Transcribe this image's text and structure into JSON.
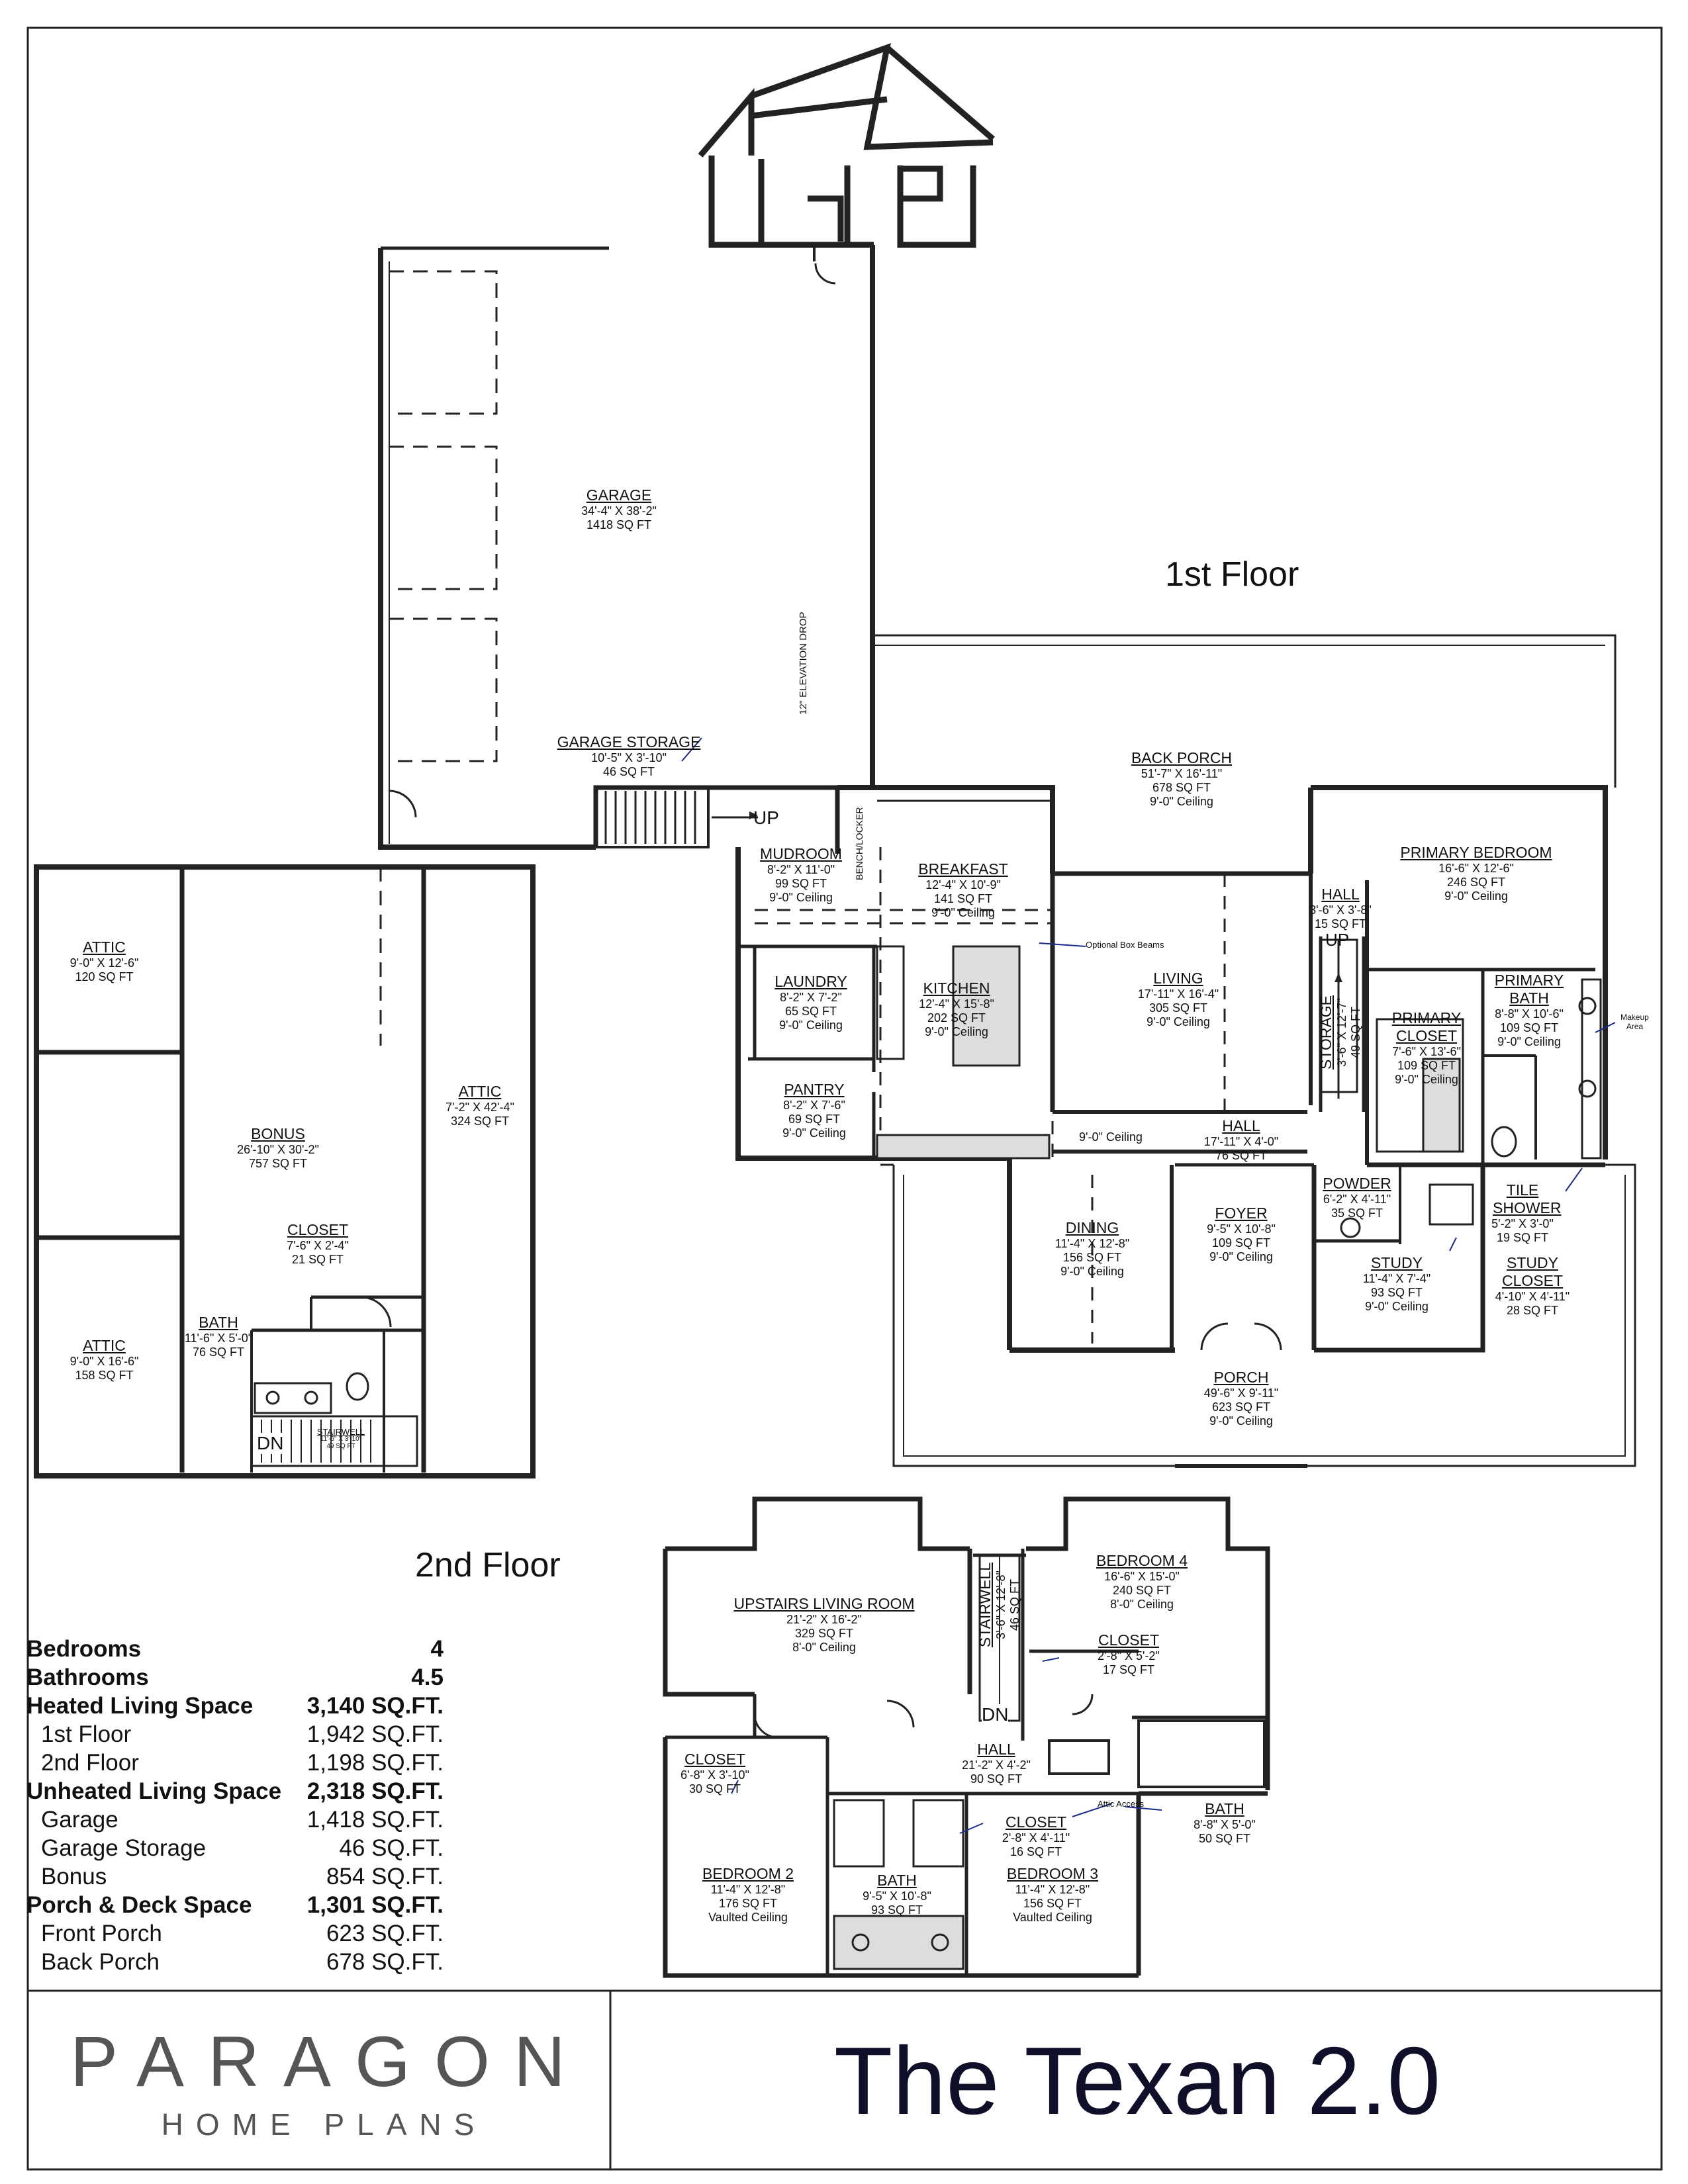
{
  "plan_title": "The Texan 2.0",
  "brand": {
    "name": "PARAGON",
    "tagline": "HOME PLANS"
  },
  "floors": {
    "first": "1st Floor",
    "second": "2nd Floor"
  },
  "notes": {
    "elevation_drop": "12\" ELEVATION DROP",
    "optional_box_beams": "Optional Box Beams",
    "makeup_area": "Makeup Area",
    "attic_access": "Attic Access",
    "bench_locker": "BENCH/LOCKER",
    "up": "UP",
    "dn": "DN",
    "hall_ceiling": "9'-0\" Ceiling"
  },
  "rooms": {
    "garage": {
      "name": "GARAGE",
      "dims": "34'-4\" X 38'-2\"",
      "area": "1418 SQ FT"
    },
    "garage_storage": {
      "name": "GARAGE STORAGE",
      "dims": "10'-5\" X 3'-10\"",
      "area": "46 SQ FT"
    },
    "back_porch": {
      "name": "BACK PORCH",
      "dims": "51'-7\" X 16'-11\"",
      "area": "678 SQ FT",
      "ceiling": "9'-0\" Ceiling"
    },
    "mudroom": {
      "name": "MUDROOM",
      "dims": "8'-2\" X 11'-0\"",
      "area": "99 SQ FT",
      "ceiling": "9'-0\" Ceiling"
    },
    "breakfast": {
      "name": "BREAKFAST",
      "dims": "12'-4\" X 10'-9\"",
      "area": "141 SQ FT",
      "ceiling": "9'-0\" Ceiling"
    },
    "primary_bedroom": {
      "name": "PRIMARY BEDROOM",
      "dims": "16'-6\" X 12'-6\"",
      "area": "246 SQ FT",
      "ceiling": "9'-0\" Ceiling"
    },
    "hall_small": {
      "name": "HALL",
      "dims": "3'-6\" X 3'-8\"",
      "area": "15 SQ FT"
    },
    "laundry": {
      "name": "LAUNDRY",
      "dims": "8'-2\" X 7'-2\"",
      "area": "65 SQ FT",
      "ceiling": "9'-0\" Ceiling"
    },
    "kitchen": {
      "name": "KITCHEN",
      "dims": "12'-4\" X 15'-8\"",
      "area": "202 SQ FT",
      "ceiling": "9'-0\" Ceiling"
    },
    "living": {
      "name": "LIVING",
      "dims": "17'-11\" X 16'-4\"",
      "area": "305 SQ FT",
      "ceiling": "9'-0\" Ceiling"
    },
    "storage": {
      "name": "STORAGE",
      "dims": "3'-6\" X 12'-7\"",
      "area": "49 SQ FT"
    },
    "primary_closet": {
      "name": "PRIMARY CLOSET",
      "dims": "7'-6\" X 13'-6\"",
      "area": "109 SQ FT",
      "ceiling": "9'-0\" Ceiling"
    },
    "primary_bath": {
      "name": "PRIMARY BATH",
      "dims": "8'-8\" X 10'-6\"",
      "area": "109 SQ FT",
      "ceiling": "9'-0\" Ceiling"
    },
    "pantry": {
      "name": "PANTRY",
      "dims": "8'-2\" X 7'-6\"",
      "area": "69 SQ FT",
      "ceiling": "9'-0\" Ceiling"
    },
    "hall_main": {
      "name": "HALL",
      "dims": "17'-11\" X 4'-0\"",
      "area": "76 SQ FT"
    },
    "powder": {
      "name": "POWDER",
      "dims": "6'-2\" X 4'-11\"",
      "area": "35 SQ FT"
    },
    "tile_shower": {
      "name": "TILE SHOWER",
      "dims": "5'-2\" X 3'-0\"",
      "area": "19 SQ FT"
    },
    "dining": {
      "name": "DINING",
      "dims": "11'-4\" X 12'-8\"",
      "area": "156 SQ FT",
      "ceiling": "9'-0\" Ceiling"
    },
    "foyer": {
      "name": "FOYER",
      "dims": "9'-5\" X 10'-8\"",
      "area": "109 SQ FT",
      "ceiling": "9'-0\" Ceiling"
    },
    "study": {
      "name": "STUDY",
      "dims": "11'-4\" X 7'-4\"",
      "area": "93 SQ FT",
      "ceiling": "9'-0\" Ceiling"
    },
    "study_closet": {
      "name": "STUDY CLOSET",
      "dims": "4'-10\" X 4'-11\"",
      "area": "28 SQ FT"
    },
    "porch": {
      "name": "PORCH",
      "dims": "49'-6\" X 9'-11\"",
      "area": "623 SQ FT",
      "ceiling": "9'-0\" Ceiling"
    },
    "attic_a": {
      "name": "ATTIC",
      "dims": "9'-0\" X 12'-6\"",
      "area": "120 SQ FT"
    },
    "attic_b": {
      "name": "ATTIC",
      "dims": "7'-2\" X 42'-4\"",
      "area": "324 SQ FT"
    },
    "attic_c": {
      "name": "ATTIC",
      "dims": "9'-0\" X 16'-6\"",
      "area": "158 SQ FT"
    },
    "bonus": {
      "name": "BONUS",
      "dims": "26'-10\" X 30'-2\"",
      "area": "757 SQ FT"
    },
    "bonus_closet": {
      "name": "CLOSET",
      "dims": "7'-6\" X 2'-4\"",
      "area": "21 SQ FT"
    },
    "bonus_bath": {
      "name": "BATH",
      "dims": "11'-6\" X 5'-0\"",
      "area": "76 SQ FT"
    },
    "bonus_stairwell": {
      "name": "STAIRWELL",
      "dims": "11'-6\" X 3'-10\"",
      "area": "49 SQ FT"
    },
    "upstairs_living": {
      "name": "UPSTAIRS LIVING ROOM",
      "dims": "21'-2\" X 16'-2\"",
      "area": "329 SQ FT",
      "ceiling": "8'-0\" Ceiling"
    },
    "stairwell_2": {
      "name": "STAIRWELL",
      "dims": "3'-6\" X 12'-8\"",
      "area": "46 SQ FT"
    },
    "bedroom4": {
      "name": "BEDROOM 4",
      "dims": "16'-6\" X 15'-0\"",
      "area": "240 SQ FT",
      "ceiling": "8'-0\" Ceiling"
    },
    "closet_b4": {
      "name": "CLOSET",
      "dims": "2'-8\" X 5'-2\"",
      "area": "17 SQ FT"
    },
    "closet_b2": {
      "name": "CLOSET",
      "dims": "6'-8\" X 3'-10\"",
      "area": "30 SQ FT"
    },
    "hall_up": {
      "name": "HALL",
      "dims": "21'-2\" X 4'-2\"",
      "area": "90 SQ FT"
    },
    "bath_b4": {
      "name": "BATH",
      "dims": "8'-8\" X 5'-0\"",
      "area": "50 SQ FT"
    },
    "closet_b3": {
      "name": "CLOSET",
      "dims": "2'-8\" X 4'-11\"",
      "area": "16 SQ FT"
    },
    "bedroom2": {
      "name": "BEDROOM 2",
      "dims": "11'-4\" X 12'-8\"",
      "area": "176 SQ FT",
      "ceiling": "Vaulted Ceiling"
    },
    "bath_shared": {
      "name": "BATH",
      "dims": "9'-5\" X 10'-8\"",
      "area": "93 SQ FT"
    },
    "bedroom3": {
      "name": "BEDROOM 3",
      "dims": "11'-4\" X 12'-8\"",
      "area": "156 SQ FT",
      "ceiling": "Vaulted Ceiling"
    }
  },
  "stats": [
    {
      "label": "Bedrooms",
      "value": "4",
      "style": "bold"
    },
    {
      "label": "Bathrooms",
      "value": "4.5",
      "style": "bold"
    },
    {
      "label": "Heated Living Space",
      "value": "3,140 SQ.FT.",
      "style": "bold"
    },
    {
      "label": "1st Floor",
      "value": "1,942 SQ.FT.",
      "style": "sub"
    },
    {
      "label": "2nd Floor",
      "value": "1,198 SQ.FT.",
      "style": "sub"
    },
    {
      "label": "Unheated Living Space",
      "value": "2,318 SQ.FT.",
      "style": "bold"
    },
    {
      "label": "Garage",
      "value": "1,418 SQ.FT.",
      "style": "sub"
    },
    {
      "label": "Garage Storage",
      "value": "46 SQ.FT.",
      "style": "sub"
    },
    {
      "label": "Bonus",
      "value": "854 SQ.FT.",
      "style": "sub"
    },
    {
      "label": "Porch & Deck Space",
      "value": "1,301 SQ.FT.",
      "style": "bold"
    },
    {
      "label": "Front Porch",
      "value": "623 SQ.FT.",
      "style": "sub"
    },
    {
      "label": "Back Porch",
      "value": "678 SQ.FT.",
      "style": "sub"
    }
  ]
}
